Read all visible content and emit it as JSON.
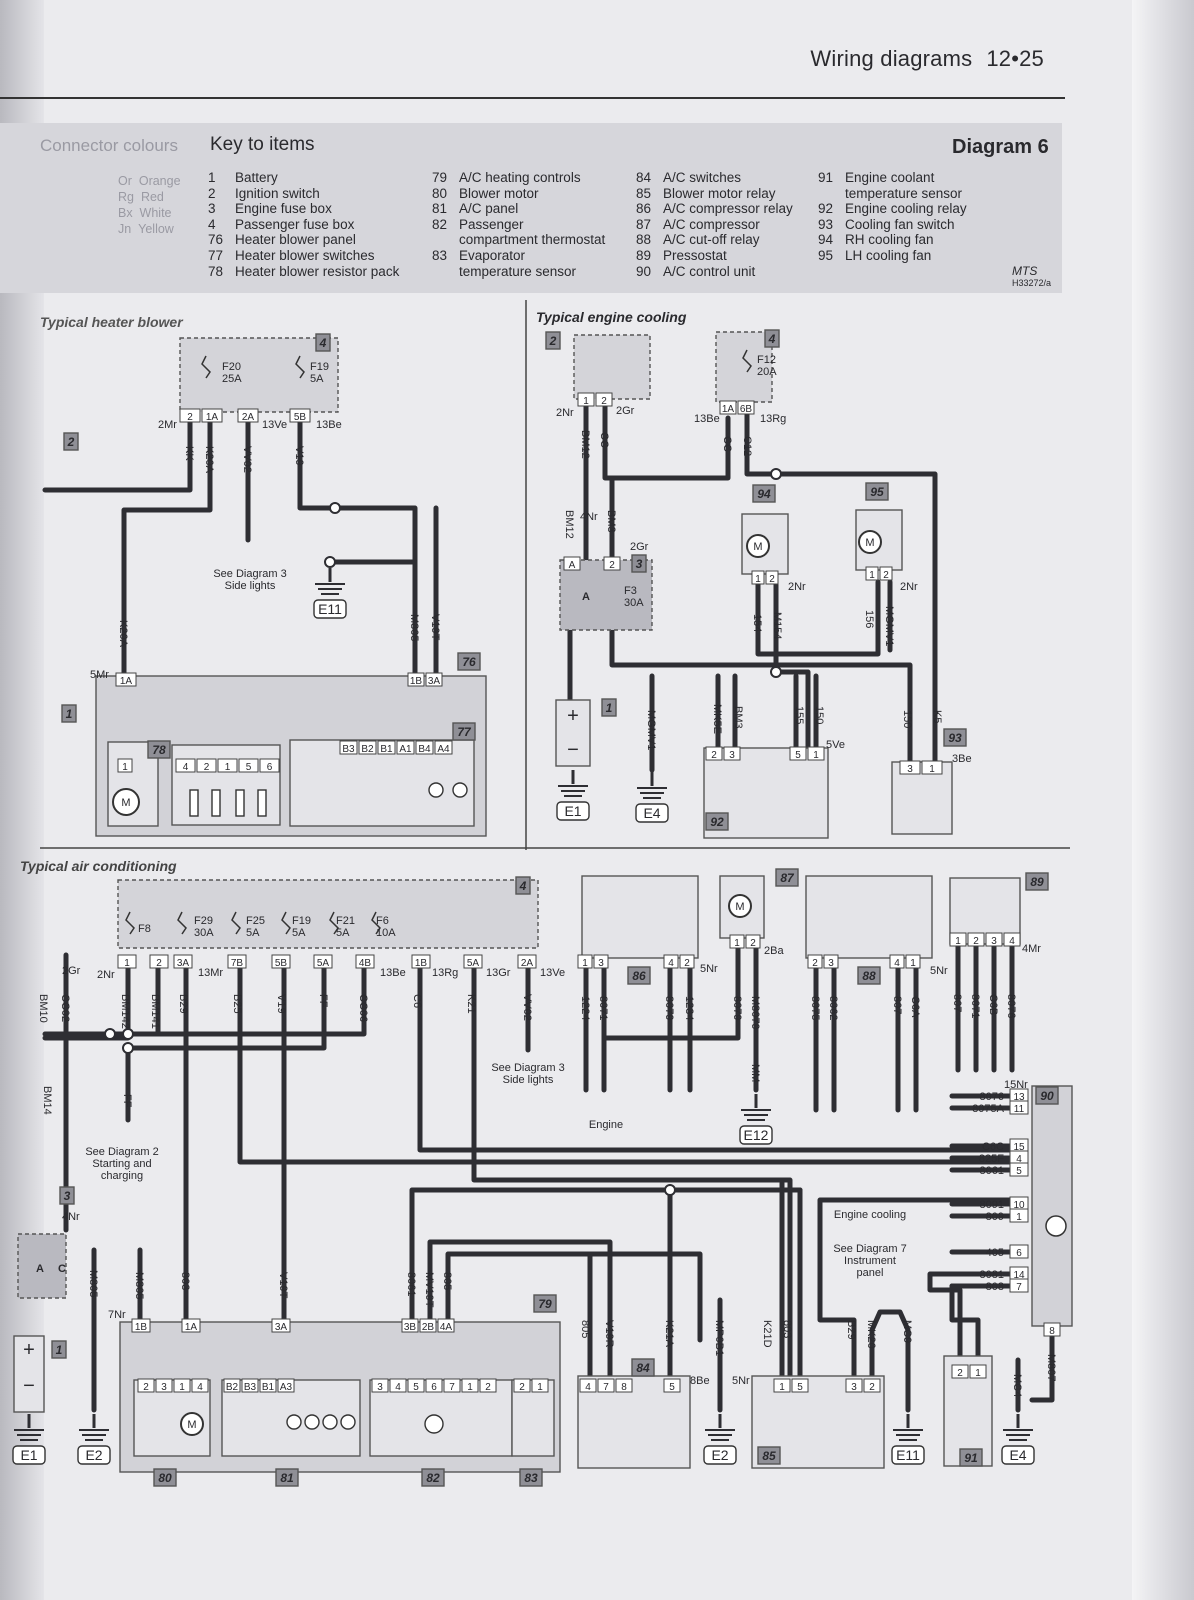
{
  "header": {
    "title": "Wiring diagrams",
    "page": "12•25"
  },
  "key": {
    "connector_title": "Connector colours",
    "connector_colours": [
      {
        "code": "Or",
        "name": "Orange"
      },
      {
        "code": "Rg",
        "name": "Red"
      },
      {
        "code": "Bx",
        "name": "White"
      },
      {
        "code": "Jn",
        "name": "Yellow"
      }
    ],
    "title": "Key to items",
    "diagram_label": "Diagram 6",
    "mts": "MTS",
    "ref": "H33272/a",
    "columns": [
      [
        {
          "n": "1",
          "t": "Battery"
        },
        {
          "n": "2",
          "t": "Ignition switch"
        },
        {
          "n": "3",
          "t": "Engine fuse box"
        },
        {
          "n": "4",
          "t": "Passenger fuse box"
        },
        {
          "n": "76",
          "t": "Heater blower panel"
        },
        {
          "n": "77",
          "t": "Heater blower switches"
        },
        {
          "n": "78",
          "t": "Heater blower resistor pack"
        }
      ],
      [
        {
          "n": "79",
          "t": "A/C heating controls"
        },
        {
          "n": "80",
          "t": "Blower motor"
        },
        {
          "n": "81",
          "t": "A/C panel"
        },
        {
          "n": "82",
          "t": "Passenger"
        },
        {
          "n": "",
          "t": "compartment thermostat"
        },
        {
          "n": "83",
          "t": "Evaporator"
        },
        {
          "n": "",
          "t": "temperature sensor"
        }
      ],
      [
        {
          "n": "84",
          "t": "A/C switches"
        },
        {
          "n": "85",
          "t": "Blower motor relay"
        },
        {
          "n": "86",
          "t": "A/C compressor relay"
        },
        {
          "n": "87",
          "t": "A/C compressor"
        },
        {
          "n": "88",
          "t": "A/C cut-off relay"
        },
        {
          "n": "89",
          "t": "Pressostat"
        },
        {
          "n": "90",
          "t": "A/C control unit"
        }
      ],
      [
        {
          "n": "91",
          "t": "Engine coolant"
        },
        {
          "n": "",
          "t": "temperature sensor"
        },
        {
          "n": "92",
          "t": "Engine cooling relay"
        },
        {
          "n": "93",
          "t": "Cooling fan switch"
        },
        {
          "n": "94",
          "t": "RH cooling fan"
        },
        {
          "n": "95",
          "t": "LH cooling fan"
        }
      ]
    ]
  },
  "sections": {
    "heater_blower": "Typical heater blower",
    "engine_cooling": "Typical engine cooling",
    "air_conditioning": "Typical air conditioning"
  },
  "blower": {
    "fuses": [
      "F20",
      "25A",
      "F19",
      "5A"
    ],
    "pins": [
      "2",
      "1A",
      "2A",
      "5B"
    ],
    "pin_colours": [
      "2Mr",
      "13Ve",
      "13Be"
    ],
    "wires": [
      "KK",
      "K20A",
      "VV02",
      "V19",
      "K20A",
      "M805",
      "V19T"
    ],
    "see_note": [
      "See Diagram 3",
      "Side lights"
    ],
    "earth": "E11",
    "panel_pins": [
      "5Mr",
      "1A",
      "1B",
      "3A"
    ],
    "resistor_pins": [
      "4",
      "2",
      "1",
      "5",
      "6"
    ],
    "switch_pins": [
      "B3",
      "B2",
      "B1",
      "A1",
      "B4",
      "A4"
    ],
    "motor_pin": "1",
    "nums": [
      "4",
      "76",
      "77",
      "78",
      "2",
      "1"
    ]
  },
  "cooling": {
    "ign_pins": [
      "1",
      "2"
    ],
    "ign_colours": [
      "2Nr",
      "4Nr",
      "2Gr"
    ],
    "fusebox_pins": [
      "1A",
      "6B"
    ],
    "fusebox_colours": [
      "13Be",
      "13Rg"
    ],
    "fuse": [
      "F12",
      "20A"
    ],
    "wires": [
      "BM12",
      "CC",
      "CC",
      "C12",
      "BM12",
      "BM3",
      "154",
      "M154",
      "156",
      "MGMV1",
      "MGMV1",
      "MK5E",
      "BM3",
      "155",
      "150",
      "150",
      "K5"
    ],
    "engine_fusebox": [
      "A",
      "2",
      "A",
      "F3",
      "30A"
    ],
    "fan_pins": [
      "1",
      "2",
      "1",
      "2"
    ],
    "fan_colours": [
      "2Nr",
      "2Nr",
      "2Gr"
    ],
    "relay_pins": [
      "2",
      "3",
      "5",
      "1"
    ],
    "relay_colour": "5Ve",
    "switch_pins": [
      "3",
      "1"
    ],
    "switch_colour": "3Be",
    "earths": [
      "E1",
      "E4"
    ],
    "nums": [
      "2",
      "4",
      "3",
      "94",
      "95",
      "1",
      "92",
      "93"
    ]
  },
  "ac": {
    "fuses": [
      "F8",
      "F29",
      "30A",
      "F25",
      "5A",
      "F19",
      "5A",
      "F21",
      "5A",
      "F6",
      "10A"
    ],
    "pins": [
      "1",
      "2",
      "3A",
      "7B",
      "5B",
      "5A",
      "4B",
      "1B",
      "5A",
      "2A"
    ],
    "pin_colours": [
      "2Nr",
      "13Mr",
      "13Be",
      "13Rg",
      "13Gr",
      "13Ve",
      "2Gr"
    ],
    "wires": [
      "BM142",
      "BM141",
      "B29",
      "B25",
      "V19",
      "FF",
      "CC06",
      "C6",
      "K21",
      "VV02",
      "BM10",
      "CC02",
      "BM14",
      "BM10",
      "FF"
    ],
    "notes": [
      "See Diagram 3",
      "Side lights",
      "See Diagram 2",
      "Starting and",
      "charging",
      "Engine",
      "Engine cooling",
      "See Diagram 7",
      "Instrument",
      "panel"
    ],
    "relay86_pins": [
      "1",
      "3",
      "4",
      "2"
    ],
    "relay86_colour": "5Nr",
    "relay86_wires": [
      "1224",
      "8071",
      "8079",
      "1234"
    ],
    "comp87_pins": [
      "1",
      "2"
    ],
    "comp87_colour": "2Ba",
    "comp87_wires": [
      "8079",
      "M8079",
      "MM"
    ],
    "relay88_pins": [
      "2",
      "3",
      "4",
      "1"
    ],
    "relay88_colour": "5Nr",
    "relay88_wires": [
      "8075",
      "8062",
      "807",
      "C6A"
    ],
    "press89_pins": [
      "1",
      "2",
      "3",
      "4"
    ],
    "press89_colour": "4Mr",
    "press89_wires": [
      "807",
      "8071",
      "C6B",
      "8076"
    ],
    "ecu_rows": [
      {
        "w": "8076",
        "p": "13"
      },
      {
        "w": "8075A",
        "p": "11"
      },
      {
        "w": "C6C",
        "p": "15"
      },
      {
        "w": "825F",
        "p": "4"
      },
      {
        "w": "8061",
        "p": "5"
      },
      {
        "w": "8091",
        "p": "10"
      },
      {
        "w": "809",
        "p": "1"
      },
      {
        "w": "405",
        "p": "6"
      },
      {
        "w": "8081",
        "p": "14"
      },
      {
        "w": "808",
        "p": "7"
      }
    ],
    "ecu_colour": "15Nr",
    "ecu_pin8": "8",
    "ecu_wire8": "M807",
    "lower_wires": [
      "M805",
      "M805",
      "803",
      "V19T",
      "8061",
      "MV19T",
      "805",
      "805",
      "V19R",
      "K21A",
      "MP0B1",
      "K21D",
      "803",
      "B29",
      "MK20",
      "MC9",
      "MC4"
    ],
    "ctrl79_pins": [
      "1B",
      "1A",
      "3A",
      "3B",
      "2B",
      "4A"
    ],
    "ctrl79_colour": "7Nr",
    "motor80_pins": [
      "2",
      "3",
      "1",
      "4"
    ],
    "panel81_pins": [
      "B2",
      "B3",
      "B1",
      "A3"
    ],
    "therm82_pins": [
      "3",
      "4",
      "5",
      "6",
      "7",
      "1",
      "2"
    ],
    "sensor83_pins": [
      "2",
      "1"
    ],
    "sw84_pins": [
      "4",
      "7",
      "8",
      "5"
    ],
    "sw84_colour": "8Be",
    "relay85_pins": [
      "1",
      "5",
      "3",
      "2"
    ],
    "relay85_colour": "5Nr",
    "sensor91_pins": [
      "2",
      "1"
    ],
    "earths": [
      "E1",
      "E2",
      "E2",
      "E11",
      "E4",
      "E12"
    ],
    "nums": [
      "4",
      "86",
      "87",
      "88",
      "89",
      "90",
      "3",
      "1",
      "79",
      "80",
      "81",
      "82",
      "83",
      "84",
      "85",
      "91",
      "A",
      "C"
    ]
  }
}
